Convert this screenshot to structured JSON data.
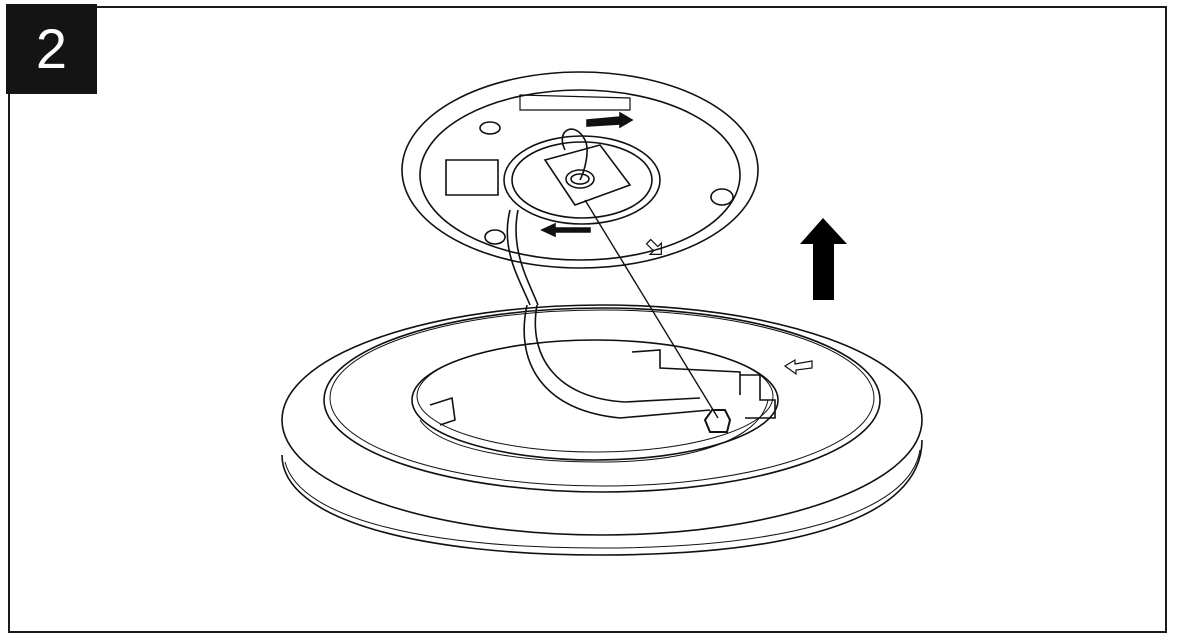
{
  "step": {
    "number": "2"
  },
  "illustration": {
    "description": "Ceiling light installation step: lamp base lifted off mounting plate, connected by wire cable and safety cord",
    "arrow_direction": "up",
    "colors": {
      "line": "#111111",
      "background": "#ffffff",
      "badge": "#141414"
    }
  }
}
